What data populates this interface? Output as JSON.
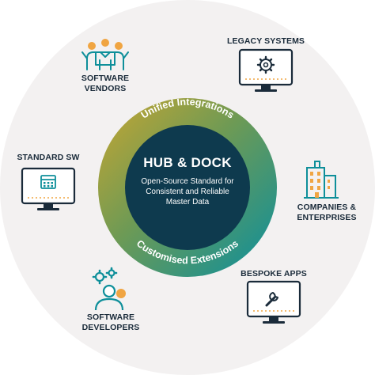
{
  "center": {
    "title": "HUB & DOCK",
    "subtitle_line1": "Open-Source Standard for",
    "subtitle_line2": "Consistent and Reliable",
    "subtitle_line3": "Master Data"
  },
  "ring": {
    "top_text": "Unified Integrations",
    "bottom_text": "Customised Extensions"
  },
  "nodes": {
    "software_vendors": {
      "line1": "SOFTWARE",
      "line2": "VENDORS",
      "icon": "people-group-icon"
    },
    "legacy_systems": {
      "line1": "LEGACY SYSTEMS",
      "icon": "monitor-gear-icon"
    },
    "standard_sw": {
      "line1": "STANDARD SW",
      "icon": "monitor-calendar-icon"
    },
    "companies": {
      "line1": "COMPANIES &",
      "line2": "ENTERPRISES",
      "icon": "buildings-icon"
    },
    "bespoke_apps": {
      "line1": "BESPOKE APPS",
      "icon": "monitor-wrench-icon"
    },
    "software_developers": {
      "line1": "SOFTWARE",
      "line2": "DEVELOPERS",
      "icon": "developer-gears-icon"
    }
  },
  "colors": {
    "teal": "#0e8f9a",
    "gold": "#c2a235",
    "navy": "#0e3a4e",
    "outline": "#1a2b3a",
    "orange": "#f0a542",
    "background_circle": "#f3f1f1"
  }
}
